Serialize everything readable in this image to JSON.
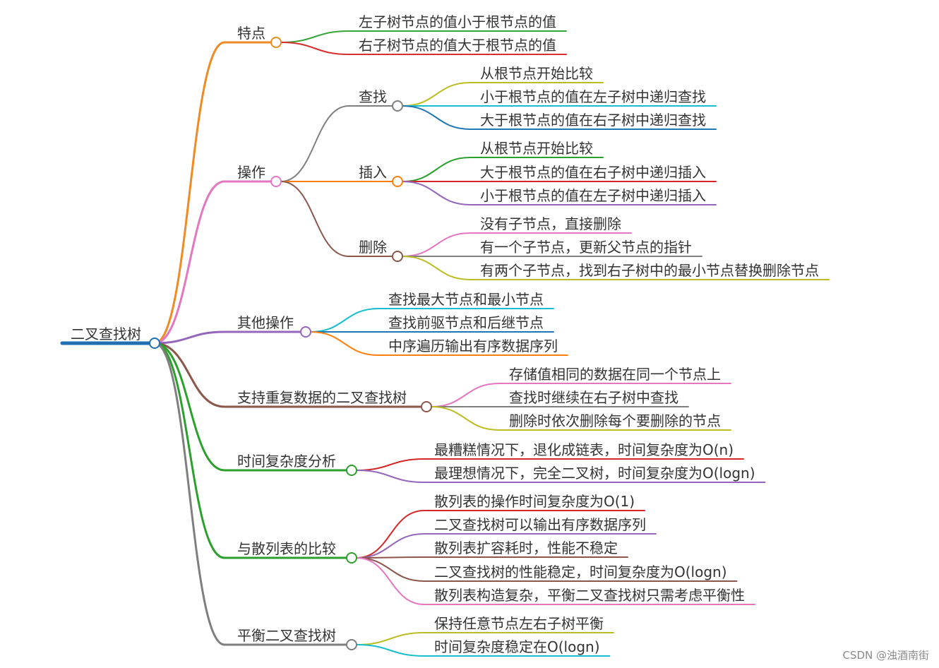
{
  "root": {
    "label": "二叉查找树",
    "color": "#1f6fb2"
  },
  "branches": [
    {
      "label": "特点",
      "color": "#f08a24",
      "children": [
        {
          "label": "左子树节点的值小于根节点的值",
          "color": "#3aa63a"
        },
        {
          "label": "右子树节点的值大于根节点的值",
          "color": "#d62f2f"
        }
      ]
    },
    {
      "label": "操作",
      "color": "#e377c2",
      "children": [
        {
          "label": "查找",
          "color": "#7f7f7f",
          "children": [
            {
              "label": "从根节点开始比较",
              "color": "#bcbd22"
            },
            {
              "label": "小于根节点的值在左子树中递归查找",
              "color": "#17becf"
            },
            {
              "label": "大于根节点的值在右子树中递归查找",
              "color": "#1f77b4"
            }
          ]
        },
        {
          "label": "插入",
          "color": "#ff7f0e",
          "children": [
            {
              "label": "从根节点开始比较",
              "color": "#2ca02c"
            },
            {
              "label": "大于根节点的值在右子树中递归插入",
              "color": "#d62728"
            },
            {
              "label": "小于根节点的值在左子树中递归插入",
              "color": "#9467bd"
            }
          ]
        },
        {
          "label": "删除",
          "color": "#8c564b",
          "children": [
            {
              "label": "没有子节点，直接删除",
              "color": "#e377c2"
            },
            {
              "label": "有一个子节点，更新父节点的指针",
              "color": "#7f7f7f"
            },
            {
              "label": "有两个子节点，找到右子树中的最小节点替换删除节点",
              "color": "#bcbd22"
            }
          ]
        }
      ]
    },
    {
      "label": "其他操作",
      "color": "#9467bd",
      "children": [
        {
          "label": "查找最大节点和最小节点",
          "color": "#17becf"
        },
        {
          "label": "查找前驱节点和后继节点",
          "color": "#1f77b4"
        },
        {
          "label": "中序遍历输出有序数据序列",
          "color": "#ff7f0e"
        }
      ]
    },
    {
      "label": "支持重复数据的二叉查找树",
      "color": "#8c564b",
      "children": [
        {
          "label": "存储值相同的数据在同一个节点上",
          "color": "#e377c2"
        },
        {
          "label": "查找时继续在右子树中查找",
          "color": "#7f7f7f"
        },
        {
          "label": "删除时依次删除每个要删除的节点",
          "color": "#bcbd22"
        }
      ]
    },
    {
      "label": "时间复杂度分析",
      "color": "#2ca02c",
      "children": [
        {
          "label": "最糟糕情况下，退化成链表，时间复杂度为O(n)",
          "color": "#d62728"
        },
        {
          "label": "最理想情况下，完全二叉树，时间复杂度为O(logn)",
          "color": "#9467bd"
        }
      ]
    },
    {
      "label": "与散列表的比较",
      "color": "#2ca02c",
      "children": [
        {
          "label": "散列表的操作时间复杂度为O(1)",
          "color": "#d62728"
        },
        {
          "label": "二叉查找树可以输出有序数据序列",
          "color": "#9467bd"
        },
        {
          "label": "散列表扩容耗时，性能不稳定",
          "color": "#8c564b"
        },
        {
          "label": "二叉查找树的性能稳定，时间复杂度为O(logn)",
          "color": "#8c564b"
        },
        {
          "label": "散列表构造复杂，平衡二叉查找树只需考虑平衡性",
          "color": "#e377c2"
        }
      ]
    },
    {
      "label": "平衡二叉查找树",
      "color": "#7f7f7f",
      "children": [
        {
          "label": "保持任意节点左右子树平衡",
          "color": "#bcbd22"
        },
        {
          "label": "时间复杂度稳定在O(logn)",
          "color": "#17becf"
        }
      ]
    }
  ],
  "watermark": "CSDN @浊酒南街"
}
